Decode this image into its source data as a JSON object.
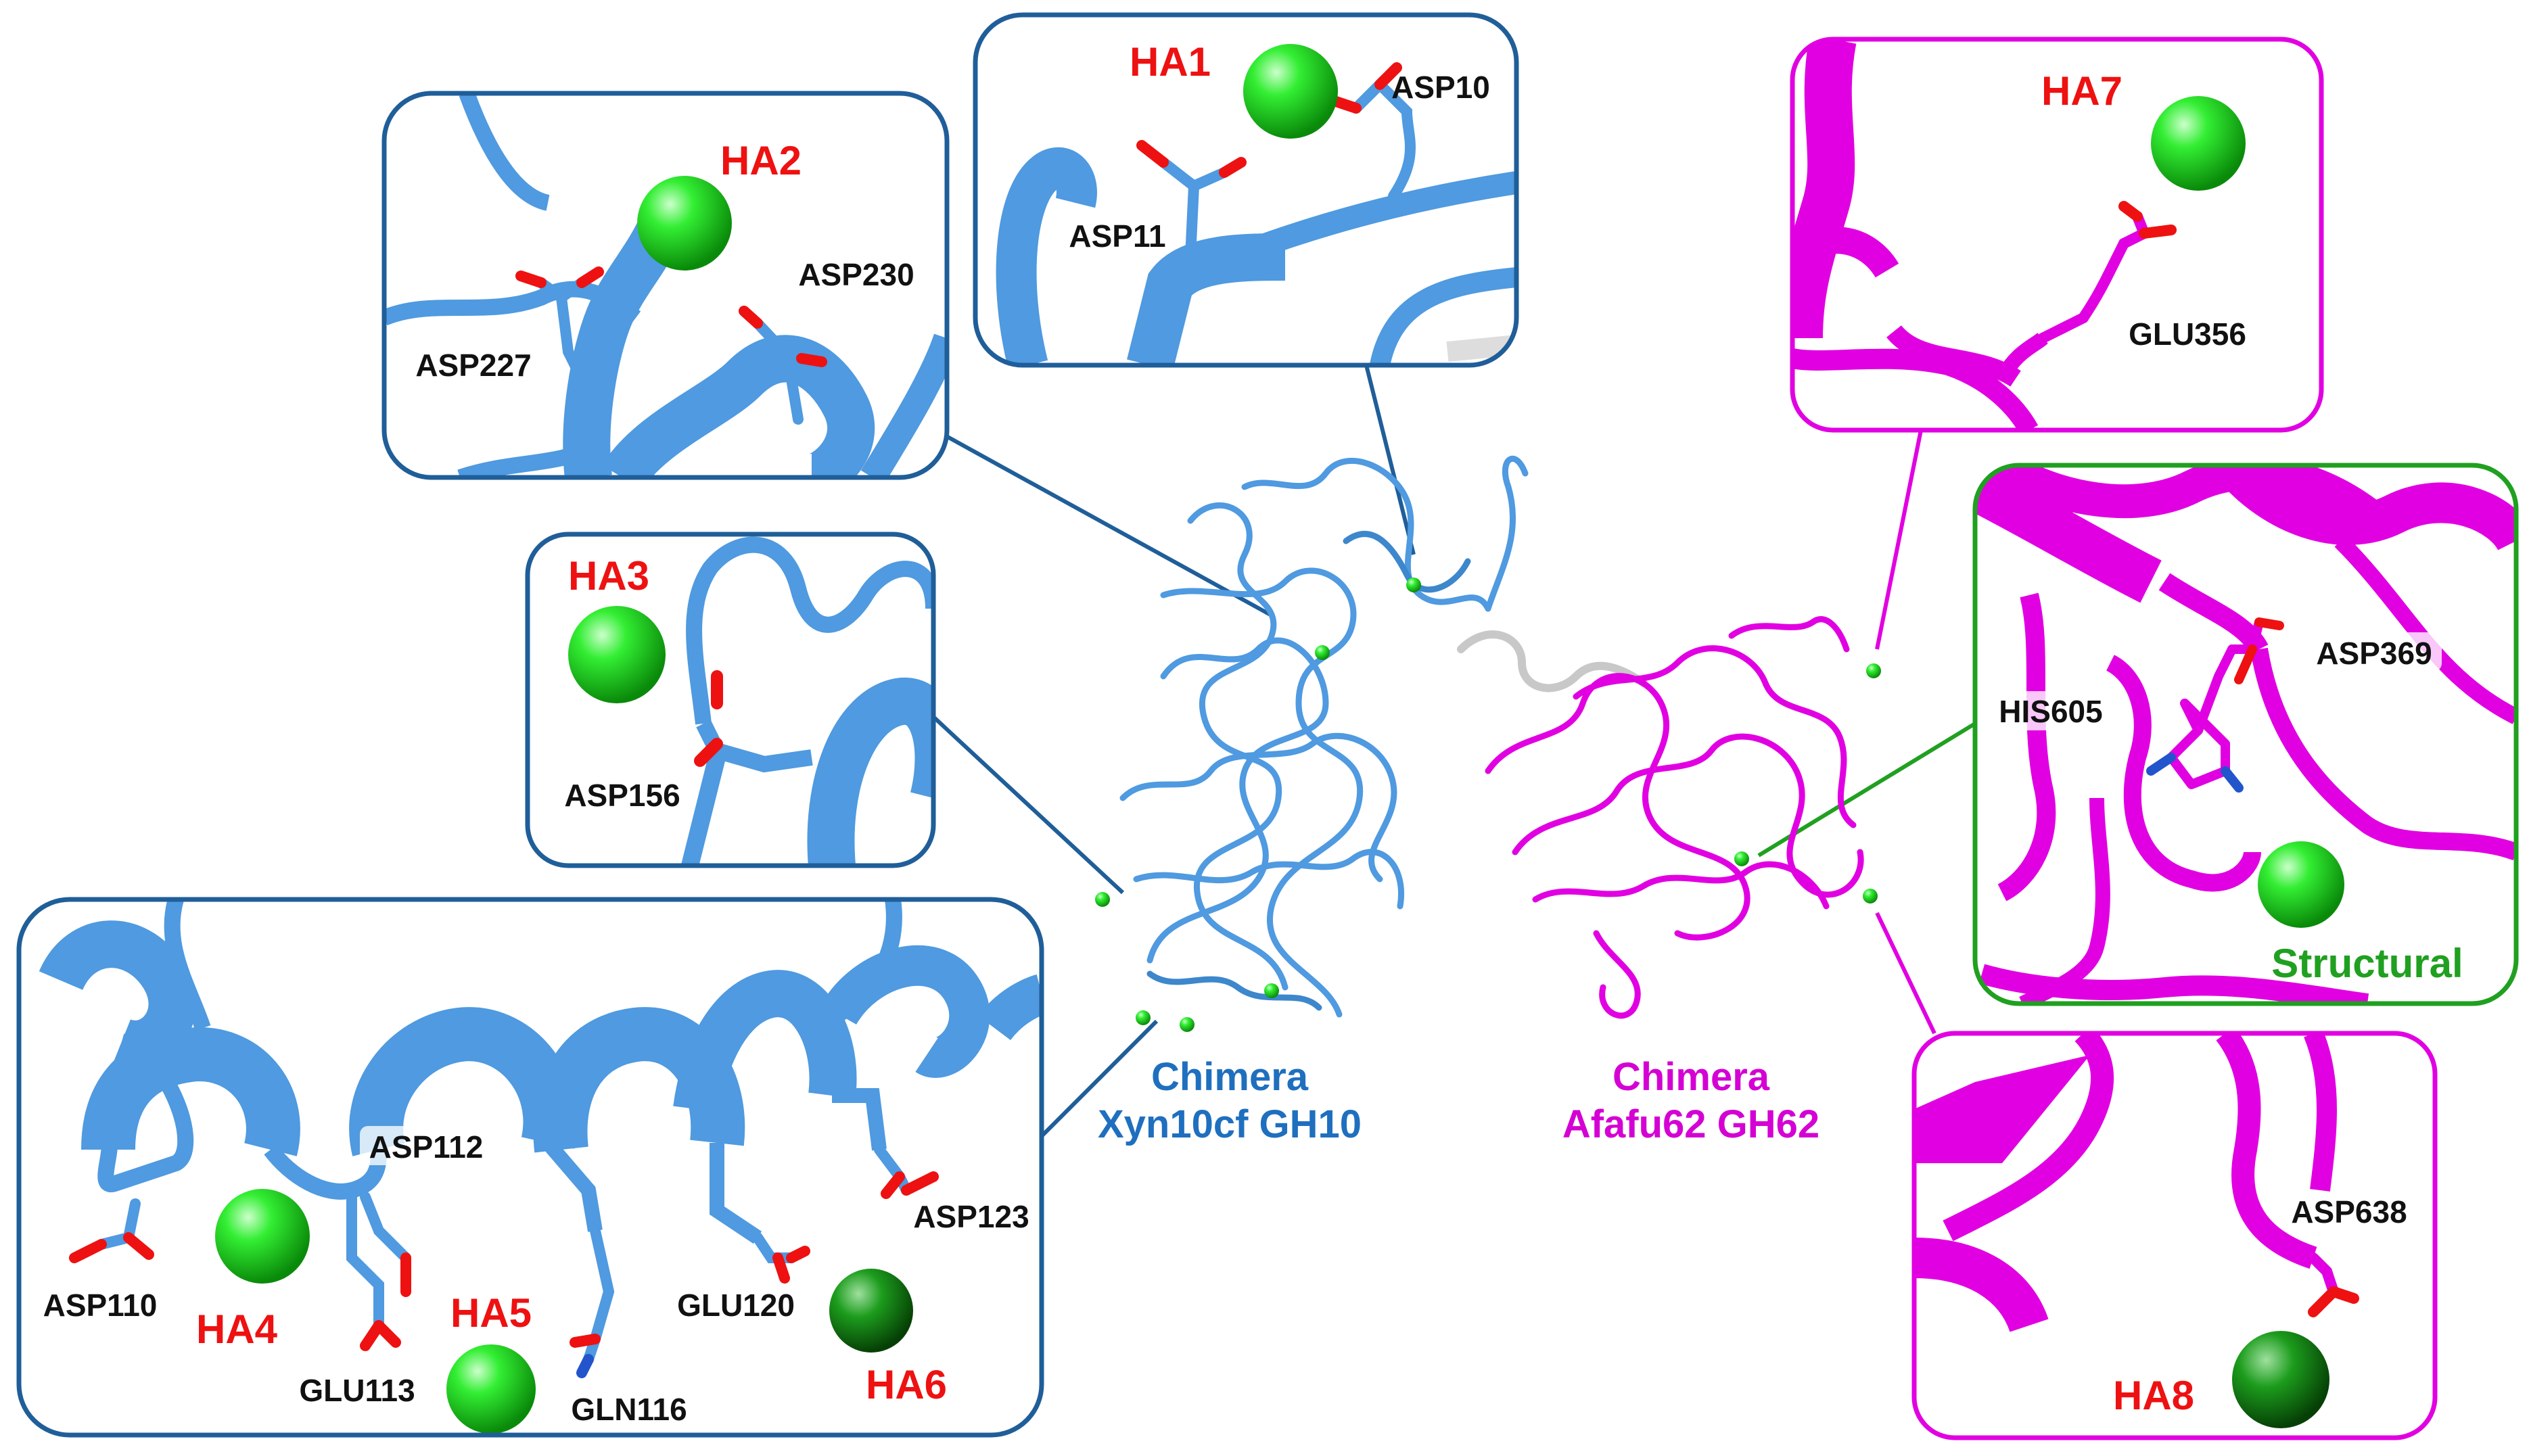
{
  "colors": {
    "xyn": "#4f9ae0",
    "xyn_dark": "#1f5e99",
    "afa": "#e100e1",
    "afa_dark": "#9a009a",
    "structural": "#20a020",
    "site_label": "#ee1111",
    "ion": "#22dd22",
    "oxygen": "#ee1111",
    "nitrogen": "#2255cc",
    "linker": "#c8c8c8"
  },
  "chains": {
    "xyn": {
      "line1": "Chimera",
      "line2": "Xyn10cf GH10"
    },
    "afa": {
      "line1": "Chimera",
      "line2": "Afafu62 GH62"
    }
  },
  "panels": {
    "ha1": {
      "site": "HA1",
      "residues": [
        "ASP10",
        "ASP11"
      ]
    },
    "ha2": {
      "site": "HA2",
      "residues": [
        "ASP230",
        "ASP227"
      ]
    },
    "ha3": {
      "site": "HA3",
      "residues": [
        "ASP156"
      ]
    },
    "ha456": {
      "sites": [
        "HA4",
        "HA5",
        "HA6"
      ],
      "residues": [
        "ASP112",
        "ASP123",
        "ASP110",
        "GLU120",
        "GLU113",
        "GLN116"
      ]
    },
    "ha7": {
      "site": "HA7",
      "residues": [
        "GLU356"
      ]
    },
    "structural": {
      "site": "Structural",
      "residues": [
        "ASP369",
        "HIS605"
      ]
    },
    "ha8": {
      "site": "HA8",
      "residues": [
        "ASP638"
      ]
    }
  }
}
